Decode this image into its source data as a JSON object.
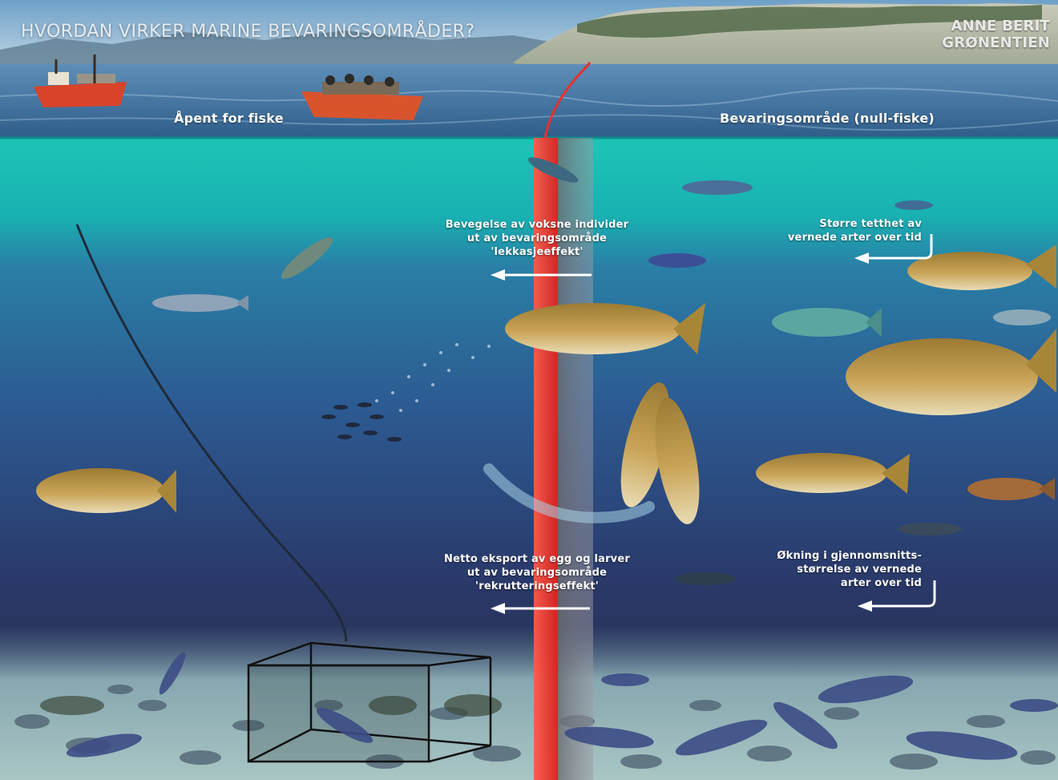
{
  "title": "HVORDAN VIRKER MARINE BEVARINGSOMRÅDER?",
  "credit": "ANNE BERIT GRØNENTIEN",
  "surface_labels": {
    "open": "Åpent for fiske",
    "protected": "Bevaringsområde (null-fiske)"
  },
  "annotations": {
    "spillover": [
      "Bevegelse av voksne individer",
      "ut av bevaringsområde",
      "'lekkasjeeffekt'"
    ],
    "density": [
      "Større tetthet av",
      "vernede arter over tid"
    ],
    "export": [
      "Netto eksport av egg og larver",
      "ut av bevaringsområde",
      "'rekrutteringseffekt'"
    ],
    "size": [
      "Økning i gjennomsnitts-",
      "størrelse av vernede",
      "arter over tid"
    ]
  },
  "colors": {
    "boundary": "#e8302f",
    "water_top": "#1cc2b6",
    "water_deep": "#2a3a68",
    "sand": "#98b6b8",
    "fish": "#b99342",
    "lobster": "#3d4c86"
  }
}
